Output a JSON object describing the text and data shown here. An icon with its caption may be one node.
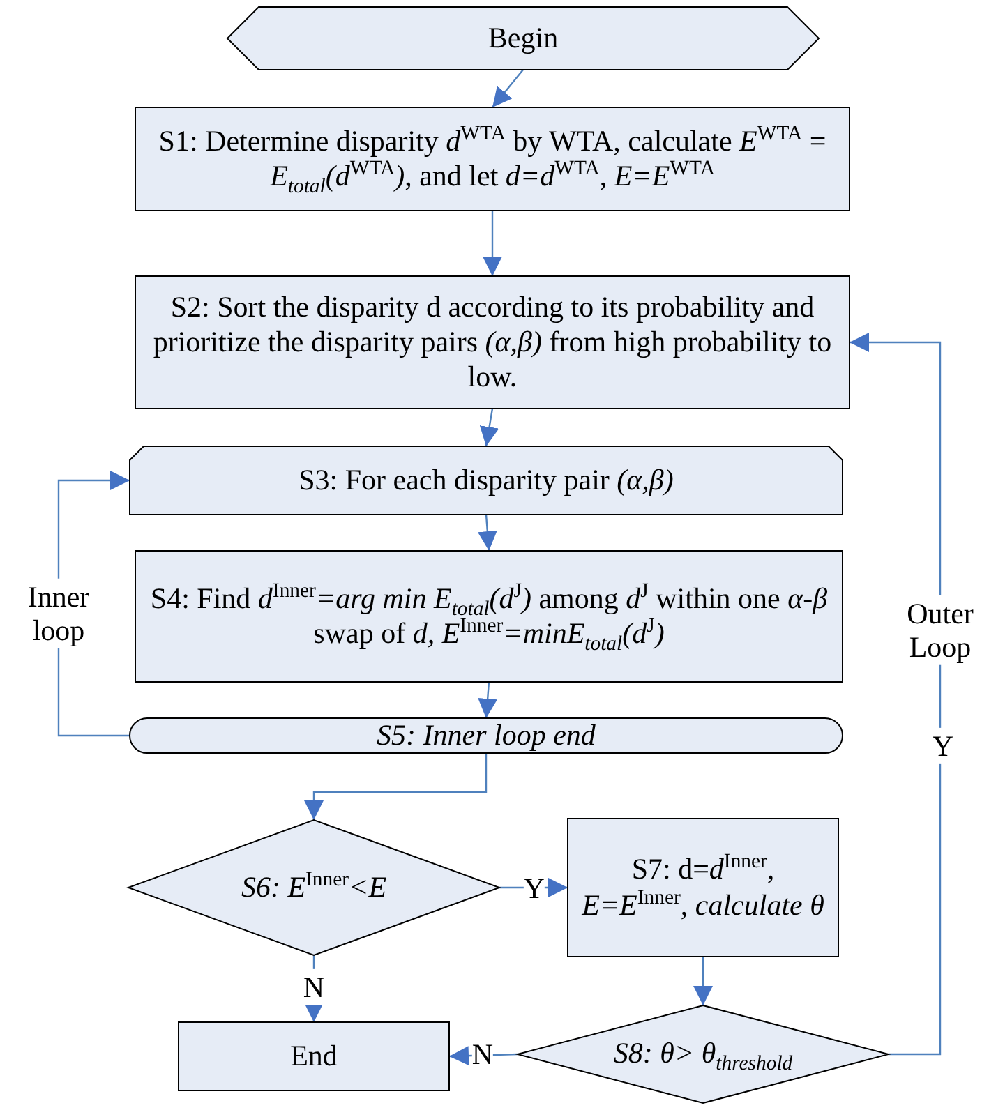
{
  "diagram": {
    "nodes": [
      {
        "text": [
          "Begin"
        ]
      },
      {
        "text": [
          "S1: Determine disparity *d*$^{WTA}$ by WTA, calculate *E*$^{WTA}$ = *E*$_{total}$*(d*$^{WTA}$*)*, and let *d=d*$^{WTA}$, *E=E*$^{WTA}$"
        ]
      },
      {
        "text": [
          "S2: Sort the disparity d according to its probability and prioritize the disparity pairs *(α,β)* from high probability to low."
        ]
      },
      {
        "text": [
          "S3: For each disparity pair *(α,β)*"
        ]
      },
      {
        "text": [
          "S4: Find *d*$^{Inner}$*=arg min E*$_{total}$*(d*$^{J}$*)* among *d*$^{J}$ within one *α-β* swap of *d, E*$^{Inner}$*=minE*$_{total}$*(d*$^{J}$*)*"
        ]
      },
      {
        "text": [
          "S5: Inner loop end"
        ]
      },
      {
        "text": [
          "*S6: E*$^{Inner}$*<E*"
        ]
      },
      {
        "text": [
          "S7: d=*d*$^{Inner}$, *E=E*$^{Inner}$, *calculate θ*"
        ]
      },
      {
        "text": [
          "End"
        ]
      },
      {
        "text": [
          "*S8: θ> θ*$_{threshold}$"
        ]
      }
    ],
    "edges": [
      {
        "from": 0,
        "to": 1,
        "arrow": "to"
      },
      {
        "from": 1,
        "to": 2,
        "arrow": "to"
      },
      {
        "from": 2,
        "to": 3,
        "arrow": "to"
      },
      {
        "from": 3,
        "to": 4,
        "arrow": "to"
      },
      {
        "from": 4,
        "to": 5,
        "arrow": "to"
      },
      {
        "from": 5,
        "to": 3,
        "arrow": "to",
        "label": "Inner loop"
      },
      {
        "from": 5,
        "to": 6,
        "arrow": "to"
      },
      {
        "from": 6,
        "to": 7,
        "arrow": "to",
        "label": "Y"
      },
      {
        "from": 6,
        "to": 8,
        "arrow": "to",
        "label": "N"
      },
      {
        "from": 7,
        "to": 9,
        "arrow": "to"
      },
      {
        "from": 9,
        "to": 8,
        "arrow": "to",
        "label": "N"
      },
      {
        "from": 9,
        "to": 2,
        "arrow": "to",
        "label": "Y"
      }
    ],
    "labels": [
      "Outer Loop"
    ]
  }
}
